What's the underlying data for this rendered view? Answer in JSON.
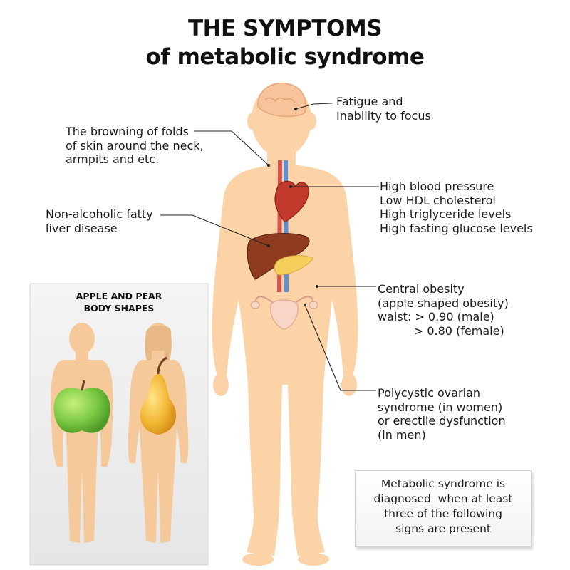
{
  "title": {
    "line1": "THE SYMPTOMS",
    "line2": "of metabolic syndrome"
  },
  "labels": {
    "fatigue": [
      "Fatigue and",
      "Inability to focus"
    ],
    "skin": [
      "The browning of folds",
      "of skin around the neck,",
      "armpits and etc."
    ],
    "blood": [
      "High blood pressure",
      "Low HDL cholesterol",
      "High triglyceride levels",
      "High fasting glucose levels"
    ],
    "liver": [
      "Non-alcoholic fatty",
      "liver disease"
    ],
    "obesity": [
      "Central obesity",
      "(apple shaped obesity)",
      "waist: > 0.90 (male)",
      "          > 0.80 (female)"
    ],
    "pcos": [
      "Polycystic ovarian",
      "syndrome (in women)",
      "or erectile dysfunction",
      "(in men)"
    ]
  },
  "inset": {
    "title_line1": "APPLE AND PEAR",
    "title_line2": "BODY SHAPES"
  },
  "note": {
    "lines": [
      "Metabolic syndrome is",
      "diagnosed  when at least",
      "three of the following",
      "signs are present"
    ]
  },
  "colors": {
    "skin": "#fbd3a6",
    "skin_shadow": "#f2c08a",
    "heart": "#c0392b",
    "liver": "#8e3b1f",
    "pancreas": "#f4cf5a",
    "artery": "#d9534f",
    "vein": "#5b8fd6",
    "apple": "#7ac943",
    "pear": "#f2b632",
    "leader": "#222222",
    "inset_bg": "#efefef"
  }
}
